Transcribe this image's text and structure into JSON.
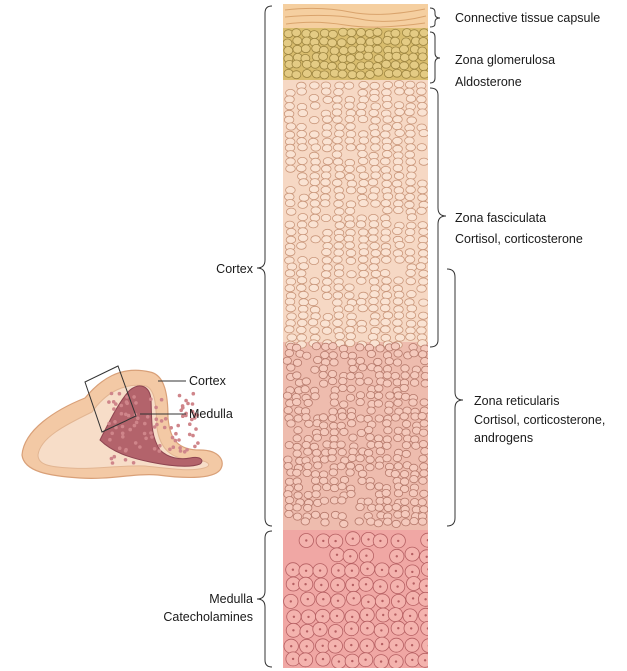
{
  "labels": {
    "capsule": "Connective tissue capsule",
    "glomerulosa": "Zona glomerulosa",
    "glomerulosa_hormone": "Aldosterone",
    "fasciculata": "Zona fasciculata",
    "fasciculata_hormone": "Cortisol, corticosterone",
    "reticularis": "Zona reticularis",
    "reticularis_hormone_1": "Cortisol, corticosterone,",
    "reticularis_hormone_2": "androgens",
    "cortex": "Cortex",
    "medulla": "Medulla",
    "medulla_hormone": "Catecholamines",
    "inset_cortex": "Cortex",
    "inset_medulla": "Medulla"
  },
  "colors": {
    "capsule": "#f5cfa0",
    "glomerulosa": "#d9bd6e",
    "fasciculata": "#f6d8c4",
    "reticularis": "#eebcae",
    "medulla": "#f0a7a4",
    "inset_medulla": "#b3636b"
  }
}
